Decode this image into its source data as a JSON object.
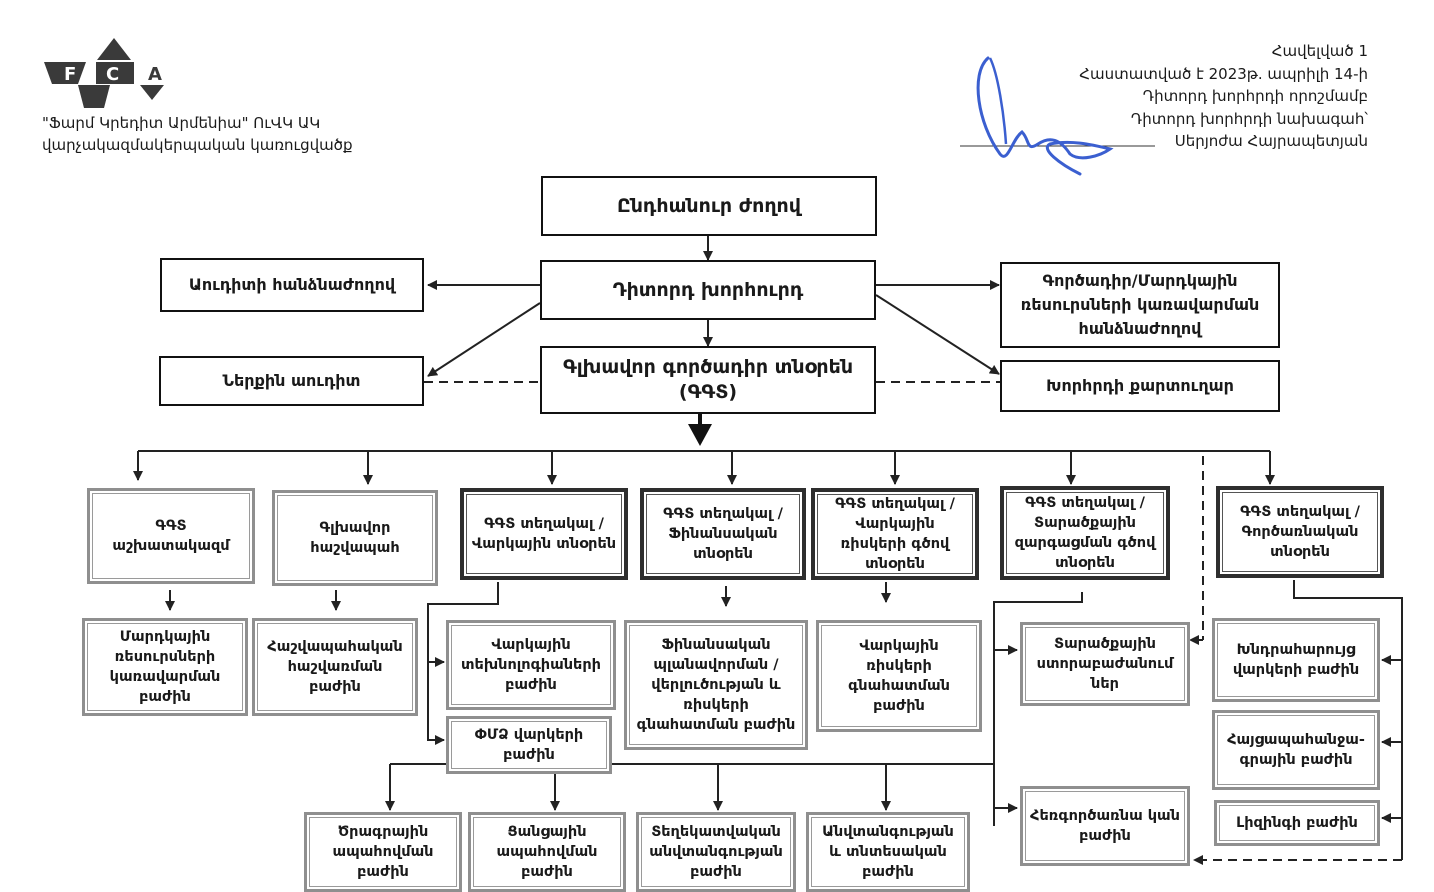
{
  "logo": {
    "letters": [
      "F",
      "C",
      "A"
    ]
  },
  "org_caption": [
    "\"Ֆարմ Կրեդիտ Արմենիա\" ՈւՎԿ ԱԿ",
    "վարչակազմակերպական կառուցվածք"
  ],
  "approval": {
    "lines": [
      "Հավելված 1",
      "Հաստատված է 2023թ. ապրիլի 14-ի",
      "Դիտորդ խորհրդի որոշմամբ",
      "Դիտորդ խորհրդի նախագահ՝",
      "Սերյոժա Հայրապետյան"
    ]
  },
  "nodes": {
    "general_meeting": "Ընդհանուր ժողով",
    "supervisory_board": "Դիտորդ խորհուրդ",
    "audit_committee": "Աուդիտի հանձնաժողով",
    "hr_committee": "Գործադիր/Մարդկային ռեսուրսների կառավարման հանձնաժողով",
    "internal_audit": "Ներքին աուդիտ",
    "ceo": "Գլխավոր գործադիր տնօրեն (ԳԳՏ)",
    "board_secretary": "Խորհրդի քարտուղար",
    "ceo_office": "ԳԳՏ աշխատակազմ",
    "chief_accountant": "Գլխավոր հաշվապահ",
    "deputy_credit": "ԳԳՏ տեղակալ / Վարկային տնօրեն",
    "deputy_finance": "ԳԳՏ տեղակալ / Ֆինանսական տնօրեն",
    "deputy_risk": "ԳԳՏ տեղակալ / Վարկային ռիսկերի գծով տնօրեն",
    "deputy_regional": "ԳԳՏ տեղակալ / Տարածքային զարգացման գծով տնօրեն",
    "deputy_operations": "ԳԳՏ տեղակալ / Գործառնական տնօրեն",
    "hr_department": "Մարդկային ռեսուրսների կառավարման բաժին",
    "accounting_department": "Հաշվապահական հաշվառման բաժին",
    "credit_technology": "Վարկային տեխնոլոգիաների բաժին",
    "sme_loans": "ՓՄՁ վարկերի բաժին",
    "financial_planning": "Ֆինանսական պլանավորման / վերլուծության և ռիսկերի գնահատման բաժին",
    "credit_risk_assessment": "Վարկային ռիսկերի գնահատման բաժին",
    "regional_branches": "Տարածքային ստորաբաժանում ներ",
    "problem_loans": "Խնդրահարույց վարկերի բաժին",
    "claims": "Հայցապահանջա-գրային բաժին",
    "leasing": "Լիզինգի բաժին",
    "distance_operations": "Հեռգործառնա կան բաժին",
    "legal": "Ծրագրային ապահովման բաժին",
    "network": "Ցանցային ապահովման բաժին",
    "info_security": "Տեղեկատվական անվտանգության բաժին",
    "safety_economic": "Անվտանգության և տնտեսական բաժին"
  }
}
